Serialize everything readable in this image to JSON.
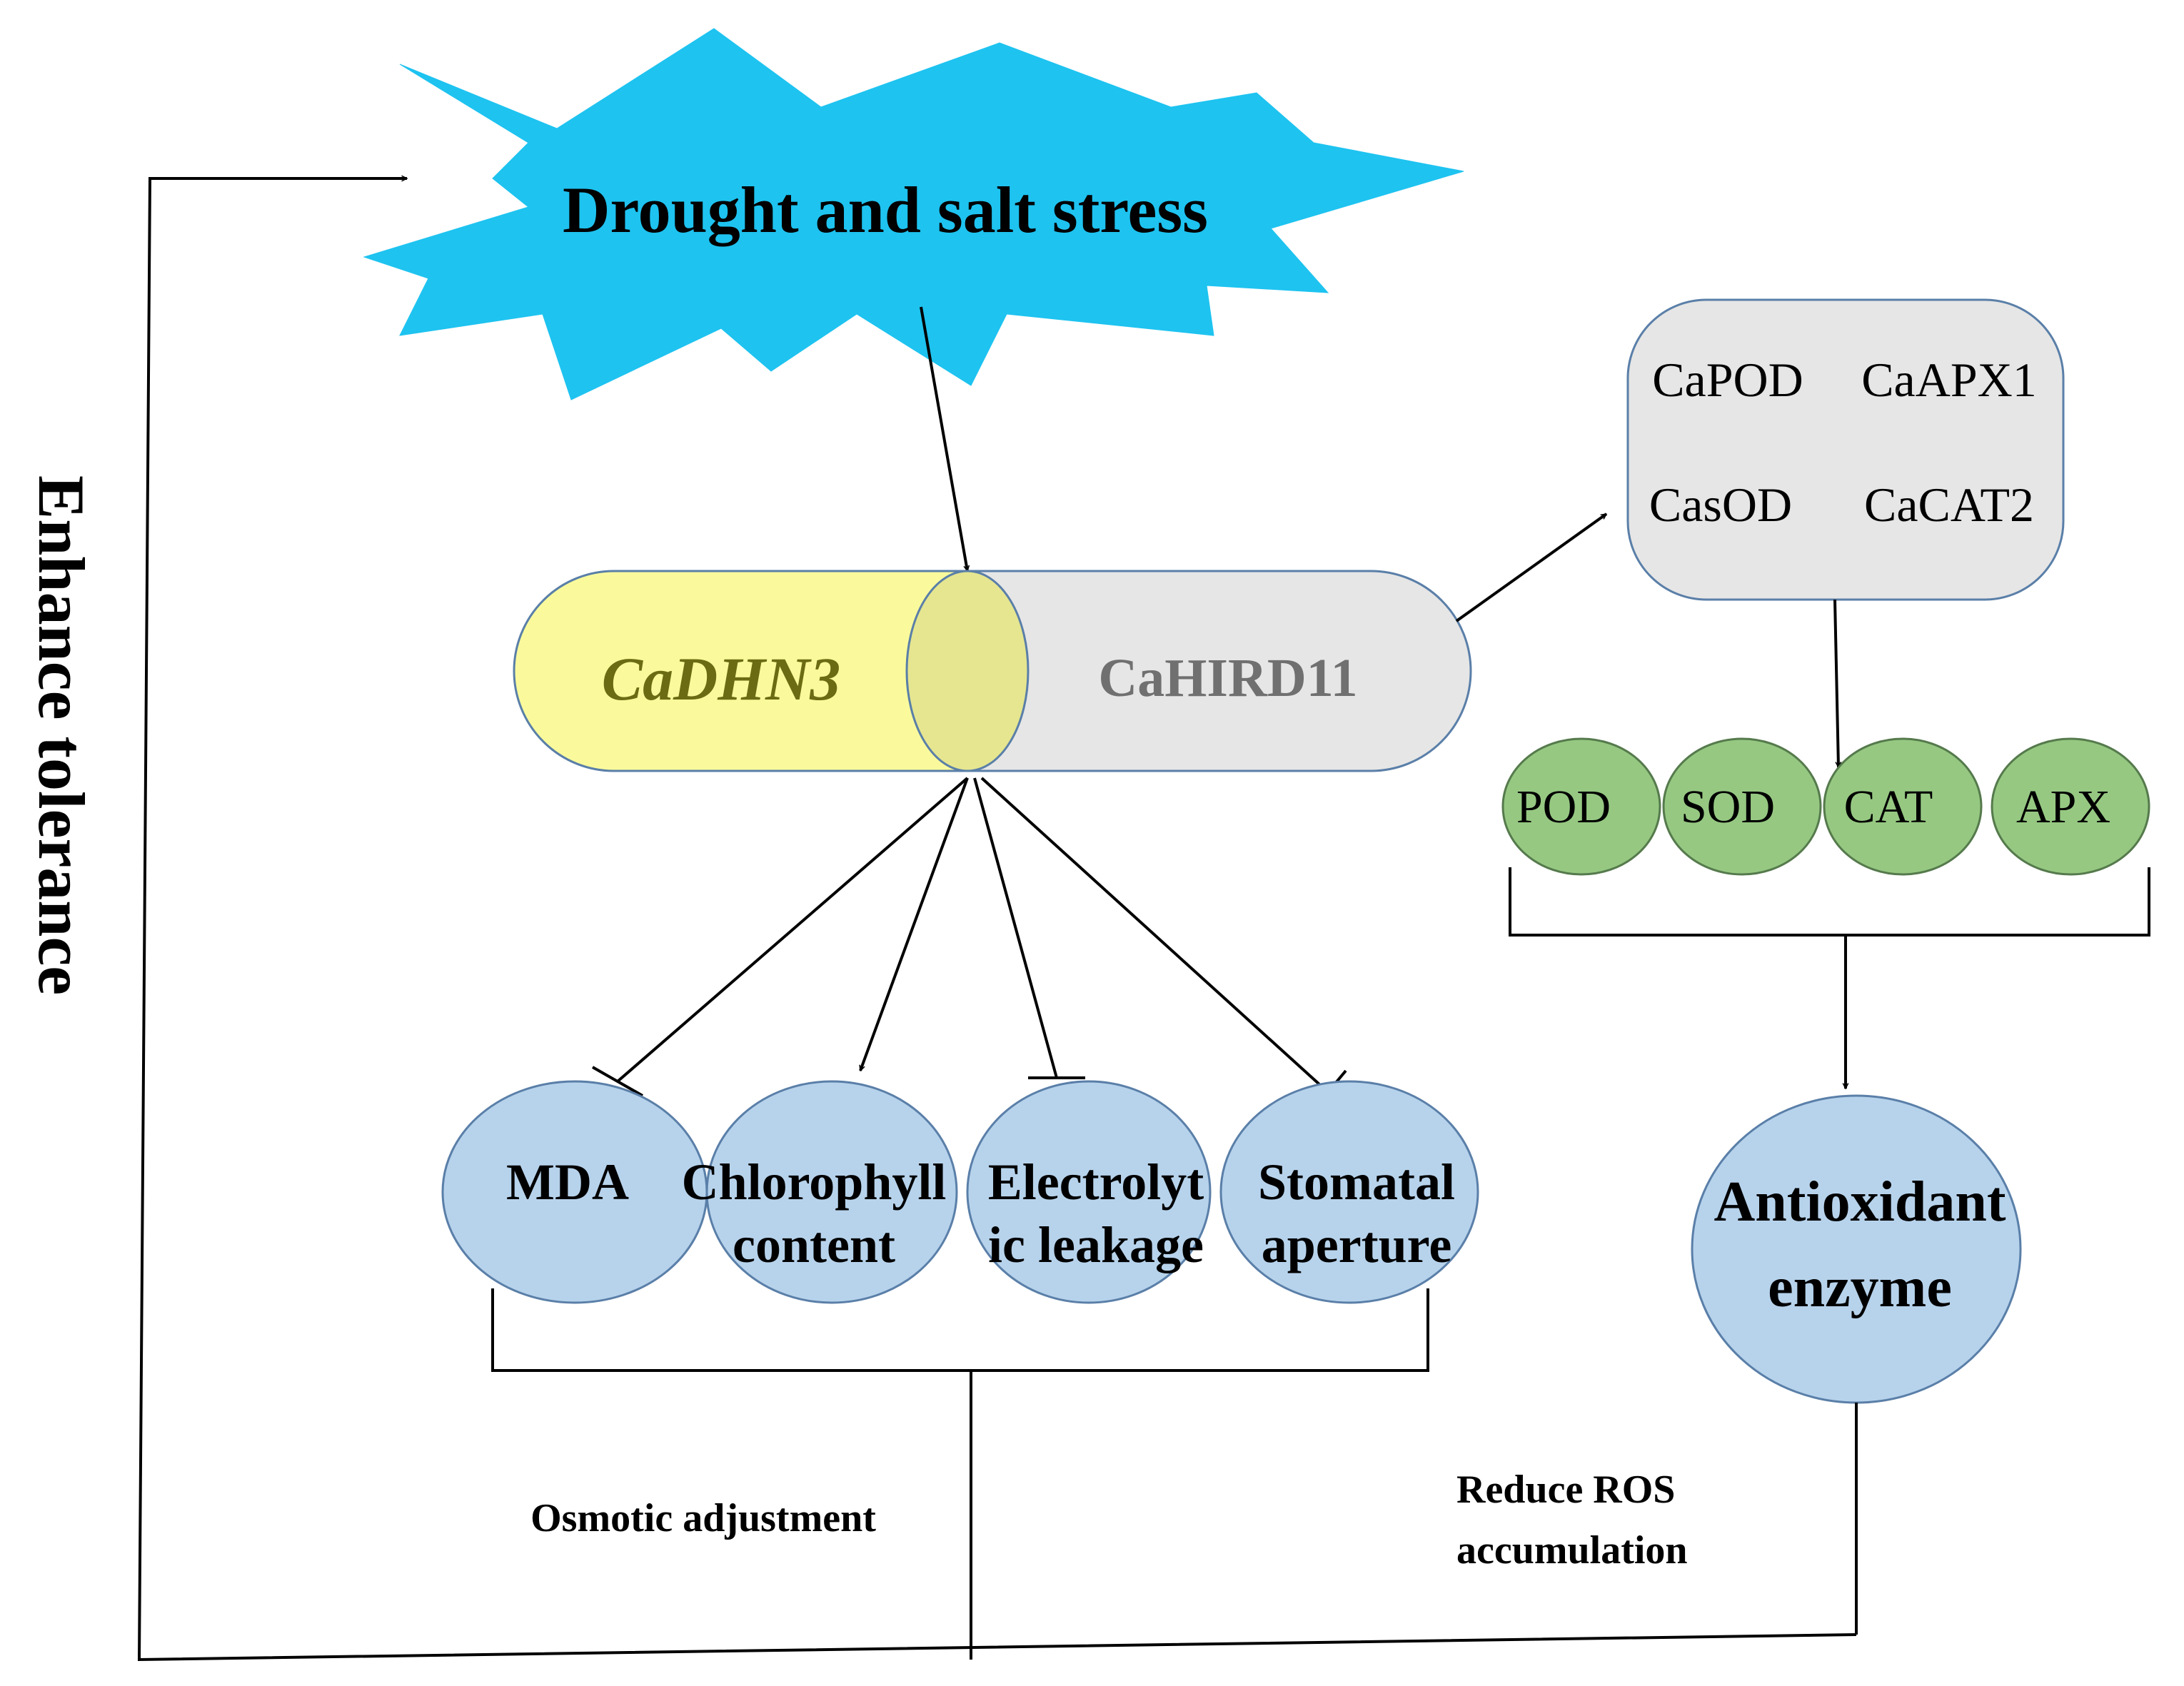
{
  "stress": {
    "label": "Drought and salt stress"
  },
  "complex": {
    "gene_a": "CaDHN3",
    "gene_b": "CaHIRD11"
  },
  "target_genes": {
    "items": [
      "CaPOD",
      "CaAPX1",
      "CasOD",
      "CaCAT2"
    ]
  },
  "enzymes": {
    "items": [
      "POD",
      "SOD",
      "CAT",
      "APX"
    ]
  },
  "physiology": {
    "mda": "MDA",
    "chlorophyll": [
      "Chlorophyll",
      "content"
    ],
    "electrolytic": [
      "Electrolyt",
      "ic leakage"
    ],
    "stomatal": [
      "Stomatal",
      "aperture"
    ]
  },
  "antioxidant": {
    "lines": [
      "Antioxidant",
      "enzyme"
    ]
  },
  "labels": {
    "osmotic": "Osmotic adjustment",
    "ros": [
      "Reduce ROS",
      "accumulation"
    ],
    "tolerance": "Enhance tolerance"
  },
  "colors": {
    "starburst": "#1ec3f0",
    "gene_a_fill": "#fafa9c",
    "gene_a_text": "#6b6b14",
    "gene_b_fill": "#e6e6e6",
    "gene_b_text": "#707070",
    "overlap_fill": "#e6e690",
    "outline": "#5a7fa8",
    "target_fill": "#e6e6e6",
    "enzyme_fill": "#96c882",
    "enzyme_stroke": "#557a4c",
    "physio_fill": "#b7d3ec",
    "line": "#000000"
  }
}
